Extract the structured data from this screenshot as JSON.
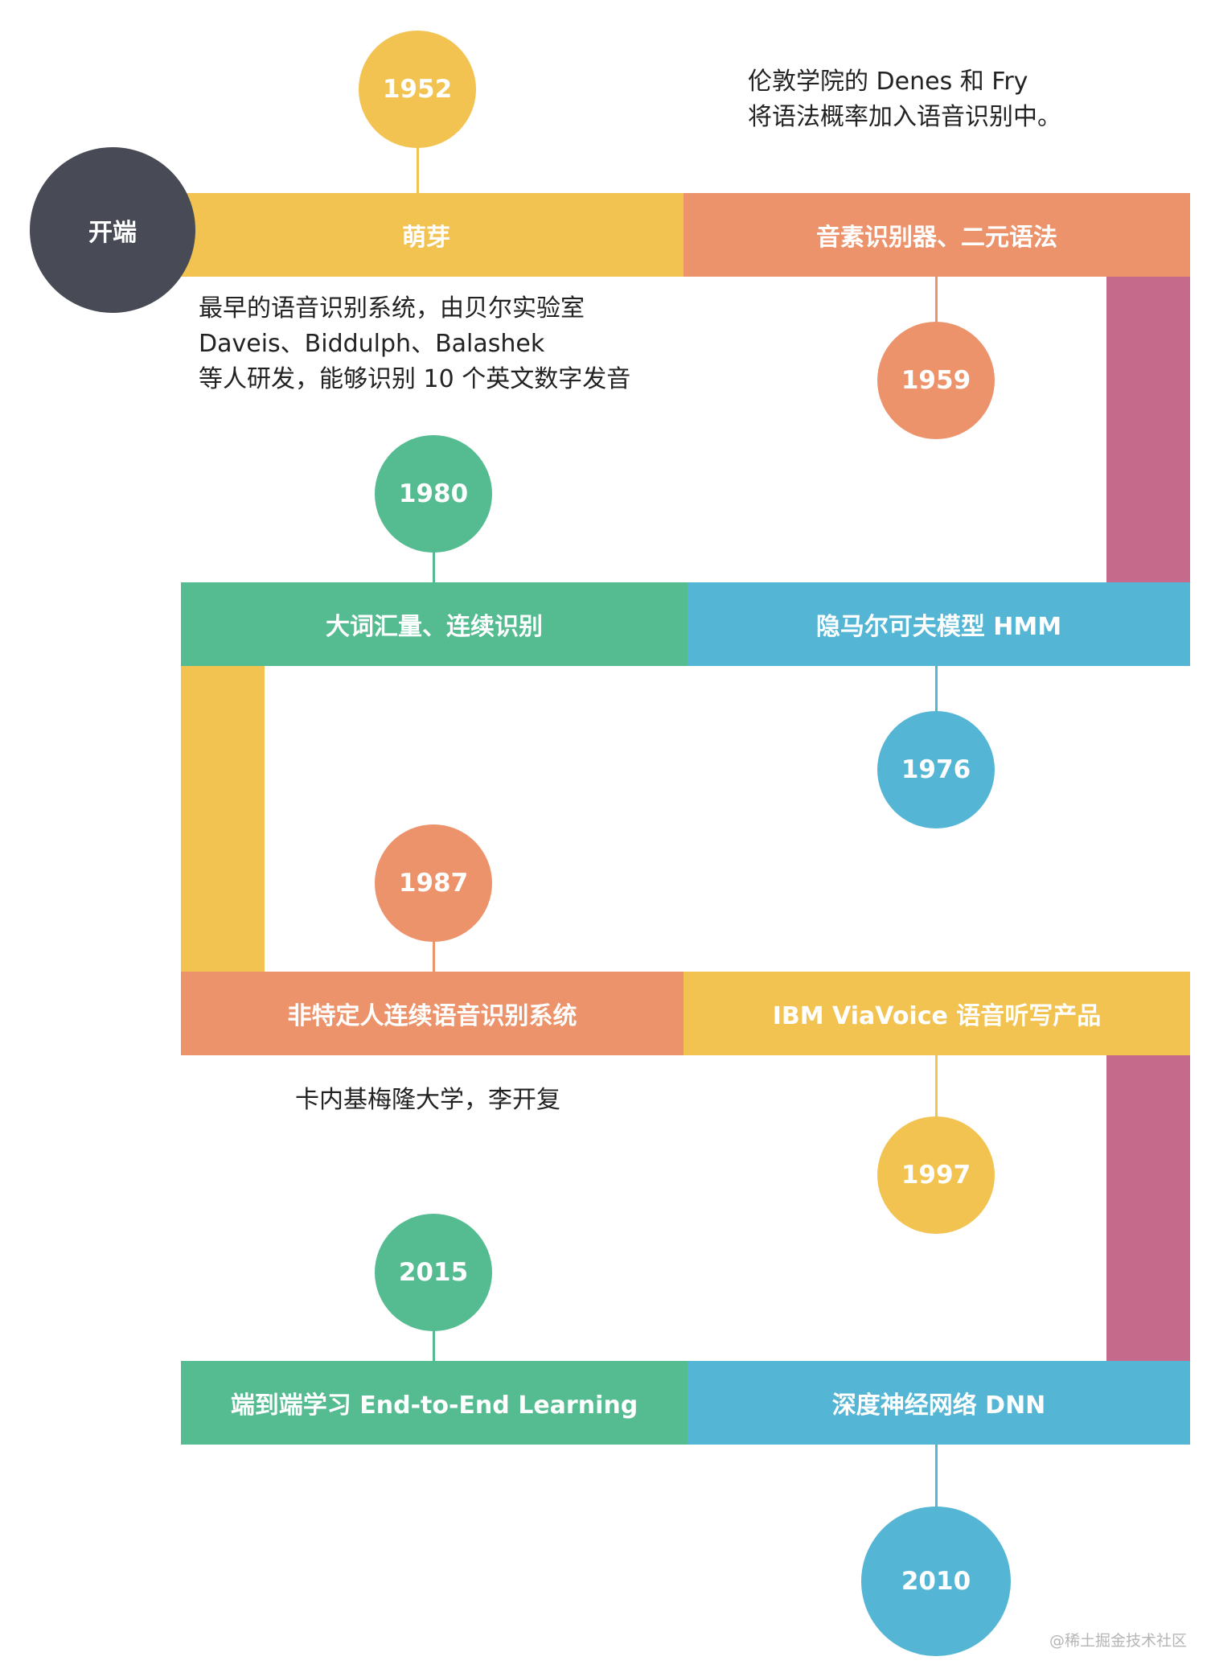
{
  "start": {
    "label": "开端"
  },
  "colors": {
    "dark": "#484b55",
    "yellow": "#f2c351",
    "orange": "#ed936b",
    "pink": "#c66a8b",
    "green": "#55bb90",
    "blue": "#54b6d4"
  },
  "stages": [
    {
      "label": "萌芽",
      "year": "1952"
    },
    {
      "label": "音素识别器、二元语法",
      "year": "1959"
    },
    {
      "label": "隐马尔可夫模型 HMM",
      "year": "1976"
    },
    {
      "label": "大词汇量、连续识别",
      "year": "1980"
    },
    {
      "label": "非特定人连续语音识别系统",
      "year": "1987"
    },
    {
      "label": "IBM ViaVoice 语音听写产品",
      "year": "1997"
    },
    {
      "label": "深度神经网络 DNN",
      "year": "2010"
    },
    {
      "label": "端到端学习 End-to-End Learning",
      "year": "2015"
    }
  ],
  "notes": {
    "n1952": [
      "最早的语音识别系统，由贝尔实验室",
      "Daveis、Biddulph、Balashek",
      "等人研发，能够识别 10 个英文数字发音"
    ],
    "n1959": [
      "伦敦学院的 Denes 和 Fry",
      "将语法概率加入语音识别中。"
    ],
    "n1987": [
      "卡内基梅隆大学，李开复"
    ]
  },
  "watermark": "@稀土掘金技术社区"
}
